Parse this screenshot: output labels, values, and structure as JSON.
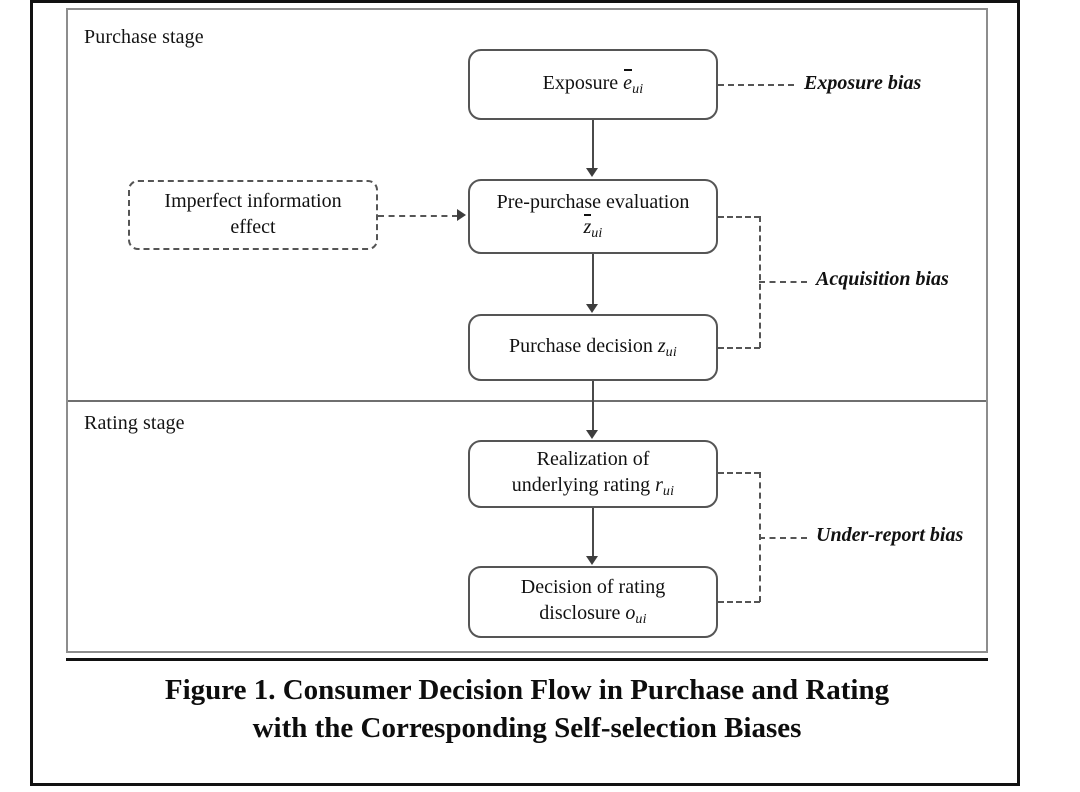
{
  "figure": {
    "caption_line1": "Figure 1. Consumer Decision Flow in Purchase and Rating",
    "caption_line2": "with the Corresponding Self-selection Biases"
  },
  "stages": {
    "purchase_label": "Purchase stage",
    "rating_label": "Rating stage"
  },
  "nodes": {
    "exposure": {
      "text": "Exposure",
      "symbol": "e",
      "sub": "ui",
      "overbar": true
    },
    "preeval": {
      "text": "Pre-purchase evaluation",
      "symbol": "z",
      "sub": "ui",
      "overbar": true
    },
    "purchase": {
      "text": "Purchase decision",
      "symbol": "z",
      "sub": "ui",
      "overbar": false
    },
    "realization": {
      "line1": "Realization of",
      "line2": "underlying rating",
      "symbol": "r",
      "sub": "ui",
      "overbar": false
    },
    "disclosure": {
      "line1": "Decision of rating",
      "line2": "disclosure",
      "symbol": "o",
      "sub": "ui",
      "overbar": false
    },
    "imperfect": {
      "line1": "Imperfect information",
      "line2": "effect"
    }
  },
  "biases": {
    "exposure": "Exposure bias",
    "acquisition": "Acquisition bias",
    "underreport": "Under-report bias"
  },
  "colors": {
    "frame": "#111111",
    "panel_border": "#8d8d8d",
    "node_border": "#555555",
    "connector": "#4a4a4a",
    "text": "#111111"
  }
}
